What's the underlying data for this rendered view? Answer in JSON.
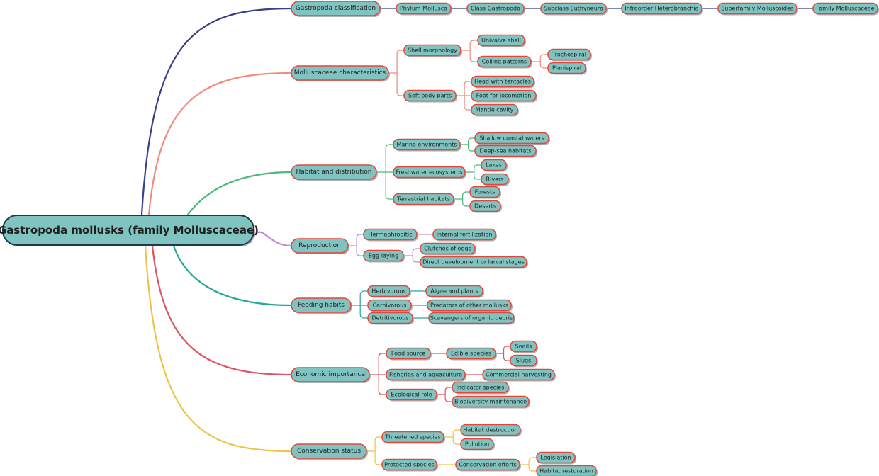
{
  "root": {
    "label": "Gastropoda mollusks (family Molluscaceae)"
  },
  "branches": [
    {
      "label": "Gastropoda classification",
      "color": "#3b3f86",
      "children": [
        {
          "label": "Phylum Mollusca",
          "children": [
            {
              "label": "Class Gastropoda",
              "children": [
                {
                  "label": "Subclass Euthyneura",
                  "children": [
                    {
                      "label": "Infraorder Heterobranchia",
                      "children": [
                        {
                          "label": "Superfamily Molluscoidea",
                          "children": [
                            {
                              "label": "Family Molluscaceae"
                            }
                          ]
                        }
                      ]
                    }
                  ]
                }
              ]
            }
          ]
        }
      ]
    },
    {
      "label": "Molluscaceae characteristics",
      "color": "#f28b7e",
      "children": [
        {
          "label": "Shell morphology",
          "children": [
            {
              "label": "Univalve shell"
            },
            {
              "label": "Coiling patterns",
              "children": [
                {
                  "label": "Trochospiral"
                },
                {
                  "label": "Planispiral"
                }
              ]
            }
          ]
        },
        {
          "label": "Soft body parts",
          "children": [
            {
              "label": "Head with tentacles"
            },
            {
              "label": "Foot for locomotion"
            },
            {
              "label": "Mantle cavity"
            }
          ]
        }
      ]
    },
    {
      "label": "Habitat and distribution",
      "color": "#4db87a",
      "children": [
        {
          "label": "Marine environments",
          "children": [
            {
              "label": "Shallow coastal waters"
            },
            {
              "label": "Deep-sea habitats"
            }
          ]
        },
        {
          "label": "Freshwater ecosystems",
          "children": [
            {
              "label": "Lakes"
            },
            {
              "label": "Rivers"
            }
          ]
        },
        {
          "label": "Terrestrial habitats",
          "children": [
            {
              "label": "Forests"
            },
            {
              "label": "Deserts"
            }
          ]
        }
      ]
    },
    {
      "label": "Reproduction",
      "color": "#c08ad6",
      "children": [
        {
          "label": "Hermaphroditic",
          "children": [
            {
              "label": "Internal fertilization"
            }
          ]
        },
        {
          "label": "Egg-laying",
          "children": [
            {
              "label": "Clutches of eggs"
            },
            {
              "label": "Direct development or larval stages"
            }
          ]
        }
      ]
    },
    {
      "label": "Feeding habits",
      "color": "#2aa59a",
      "children": [
        {
          "label": "Herbivorous",
          "children": [
            {
              "label": "Algae and plants"
            }
          ]
        },
        {
          "label": "Carnivorous",
          "children": [
            {
              "label": "Predators of other mollusks"
            }
          ]
        },
        {
          "label": "Detritivorous",
          "children": [
            {
              "label": "Scavengers of organic debris"
            }
          ]
        }
      ]
    },
    {
      "label": "Economic importance",
      "color": "#dc5560",
      "children": [
        {
          "label": "Food source",
          "children": [
            {
              "label": "Edible species",
              "children": [
                {
                  "label": "Snails"
                },
                {
                  "label": "Slugs"
                }
              ]
            }
          ]
        },
        {
          "label": "Fisheries and aquaculture",
          "children": [
            {
              "label": "Commercial harvesting"
            }
          ]
        },
        {
          "label": "Ecological role",
          "children": [
            {
              "label": "Indicator species"
            },
            {
              "label": "Biodiversity maintenance"
            }
          ]
        }
      ]
    },
    {
      "label": "Conservation status",
      "color": "#f0c24a",
      "children": [
        {
          "label": "Threatened species",
          "children": [
            {
              "label": "Habitat destruction"
            },
            {
              "label": "Pollution"
            }
          ]
        },
        {
          "label": "Protected species",
          "children": [
            {
              "label": "Conservation efforts",
              "children": [
                {
                  "label": "Legislation"
                },
                {
                  "label": "Habitat restoration"
                }
              ]
            }
          ]
        }
      ]
    }
  ],
  "style": {
    "node_fill": "#7fc4c1",
    "node_stroke": "#e0483e",
    "root_stroke": "#1f3a4d",
    "shadow": "#b0b0b0"
  }
}
